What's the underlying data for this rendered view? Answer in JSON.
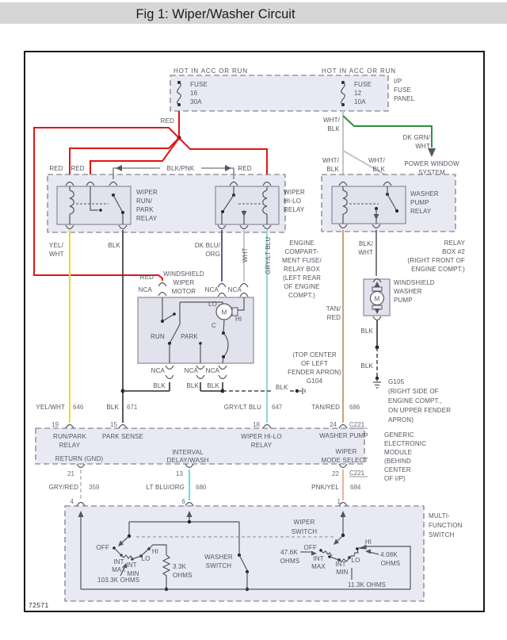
{
  "title": "Fig 1: Wiper/Washer Circuit",
  "sheet_id": "72571",
  "accent_colors": {
    "red": "#e21414",
    "yellow": "#e9d94b",
    "green": "#2f9040",
    "cyan": "#93d8dc",
    "tan": "#c9a17b",
    "pink": "#f2b19d",
    "dark_blue": "#5d5d84",
    "box_fill": "#e9e9f4"
  },
  "fuse_panel": {
    "hot_left": "HOT IN ACC OR RUN",
    "hot_right": "HOT IN ACC OR RUN",
    "fuse16": [
      "FUSE",
      "16",
      "30A"
    ],
    "fuse12": [
      "FUSE",
      "12",
      "10A"
    ],
    "name": [
      "I/P",
      "FUSE",
      "PANEL"
    ]
  },
  "wires": {
    "red": "RED",
    "wht_blk": [
      "WHT/",
      "BLK"
    ],
    "dk_grn_wht": [
      "DK GRN/",
      "WHT"
    ],
    "blk_pnk": "BLK/PNK",
    "yel_wht": [
      "YEL/",
      "WHT"
    ],
    "yel_wht_h": "YEL/WHT",
    "blk": "BLK",
    "dk_blu_org": [
      "DK BLU/",
      "ORG"
    ],
    "wht": "WHT",
    "gry_lt_blu": "GRY/LT BLU",
    "tan_red": [
      "TAN/",
      "RED"
    ],
    "tan_red_h": "TAN/RED",
    "blk_wht": [
      "BLK/",
      "WHT"
    ],
    "gry_red": "GRY/RED",
    "lt_blu_org": "LT BLU/ORG",
    "pnk_yel": "PNK/YEL"
  },
  "circuits": {
    "c646": "646",
    "c671": "671",
    "c647": "647",
    "c686": "686",
    "c359": "359",
    "c680": "680",
    "c684": "684"
  },
  "pins": {
    "p19": "19",
    "p15": "15",
    "p18": "18",
    "p24": "24",
    "p21": "21",
    "p13": "13",
    "p22": "22",
    "p4": "4",
    "p6": "6",
    "p1": "1",
    "c221": "C221"
  },
  "power_window": [
    "POWER WINDOW",
    "SYSTEM"
  ],
  "relay_run_park": [
    "WIPER",
    "RUN/",
    "PARK",
    "RELAY"
  ],
  "relay_hi_lo": [
    "WIPER",
    "HI-LO",
    "RELAY"
  ],
  "relay_washer": [
    "WASHER",
    "PUMP",
    "RELAY"
  ],
  "eng_box": [
    "ENGINE",
    "COMPART-",
    "MENT FUSE/",
    "RELAY BOX",
    "(LEFT REAR",
    "OF ENGINE",
    "COMPT.)"
  ],
  "relay_box2": [
    "RELAY",
    "BOX #2",
    "(RIGHT FRONT OF",
    "ENGINE COMPT.)"
  ],
  "motor": {
    "name": [
      "WINDSHIELD",
      "WIPER",
      "MOTOR"
    ],
    "nca": "NCA",
    "run": "RUN",
    "park": "PARK",
    "lo": "LO",
    "hi": "HI",
    "c": "C",
    "m": "M"
  },
  "pump": {
    "name": [
      "WINDSHIELD",
      "WASHER",
      "PUMP"
    ],
    "m": "M"
  },
  "g104": [
    "(TOP CENTER",
    "OF LEFT",
    "FENDER APRON)",
    "G104"
  ],
  "g105": [
    "G105",
    "(RIGHT SIDE OF",
    "ENGINE COMPT.,",
    "ON UPPER FENDER",
    "APRON)"
  ],
  "gem": {
    "run_park": [
      "RUN/PARK",
      "RELAY"
    ],
    "park_sense": "PARK SENSE",
    "hi_lo": [
      "WIPER HI-LO",
      "RELAY"
    ],
    "washer_pump": "WASHER PUMP",
    "return_gnd": "RETURN (GND)",
    "interval": [
      "INTERVAL",
      "DELAY/WASH"
    ],
    "mode_select": [
      "WIPER",
      "MODE SELECT"
    ],
    "name": [
      "GENERIC",
      "ELECTRONIC",
      "MODULE",
      "(BEHIND",
      "CENTER",
      "OF I/P)"
    ]
  },
  "mfs": {
    "name": [
      "MULTI-",
      "FUNCTION",
      "SWITCH"
    ],
    "wiper_switch": [
      "WIPER",
      "SWITCH"
    ],
    "washer_switch": [
      "WASHER",
      "SWITCH"
    ],
    "left": {
      "off": "OFF",
      "int_max": [
        "INT",
        "MAX"
      ],
      "int_min": [
        "INT",
        "MIN"
      ],
      "lo": "LO",
      "hi": "HI",
      "r_int": "103.3K OHMS",
      "r_wash": [
        "3.3K",
        "OHMS"
      ]
    },
    "right": {
      "off": "OFF",
      "int_max": [
        "INT",
        "MAX"
      ],
      "int_min": [
        "INT",
        "MIN"
      ],
      "lo": "LO",
      "hi": "HI",
      "r_off": [
        "47.6K",
        "OHMS"
      ],
      "r_hi": [
        "4.08K",
        "OHMS"
      ],
      "r_lo": "11.3K OHMS"
    }
  }
}
